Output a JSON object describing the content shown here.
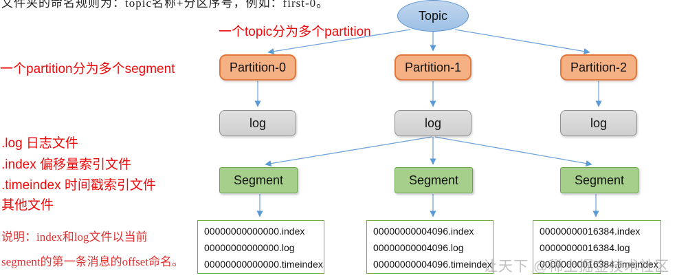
{
  "top_note": "文件夹的命名规则为：topic名称+分区序号，例如：first-0。",
  "annotations": {
    "topic_split": "一个topic分为多个partition",
    "partition_split": "一个partition分为多个segment",
    "file_type_log": ".log  日志文件",
    "file_type_index": ".index 偏移量索引文件",
    "file_type_timeindex": ".timeindex 时间戳索引文件",
    "file_type_other": "其他文件",
    "note_line1": "说明：index和log文件以当前",
    "note_line2": "segment的第一条消息的offset命名。"
  },
  "diagram": {
    "topic_label": "Topic",
    "partitions": [
      "Partition-0",
      "Partition-1",
      "Partition-2"
    ],
    "log_label": "log",
    "segment_label": "Segment",
    "file_groups": [
      [
        "00000000000000.index",
        "00000000000000.log",
        "00000000000000.timeindex"
      ],
      [
        "00000000004096.index",
        "00000000004096.log",
        "00000000004096.timeindex"
      ],
      [
        "00000000016384.index",
        "00000000016384.log",
        "00000000016384.timeindex"
      ]
    ]
  },
  "watermark": "让天下 @稀土掘金技术社区",
  "colors": {
    "topic_fill": "#a5c6e9",
    "topic_border": "#5e93cf",
    "partition_fill": "#f5b183",
    "partition_border": "#e3763b",
    "log_fill": "#d9d9d9",
    "log_border": "#8f8f8f",
    "segment_fill": "#a6cf8c",
    "segment_border": "#6aa24e",
    "filebox_border": "#70ad47",
    "arrow": "#5b9bd5",
    "annotation_red": "#ee0a0a"
  }
}
